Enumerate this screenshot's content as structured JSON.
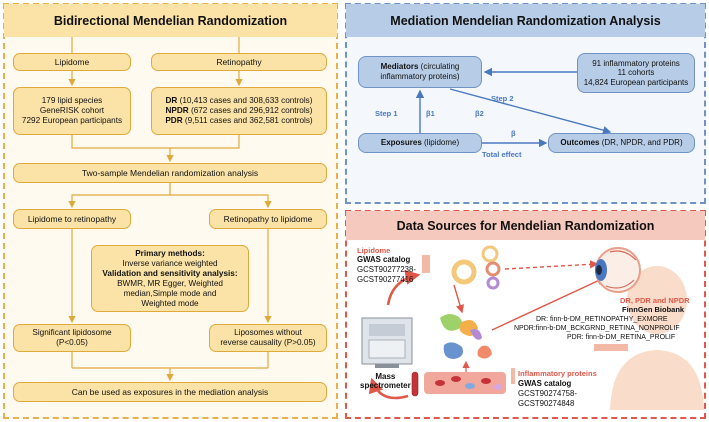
{
  "colors": {
    "yellow_fill": "#fbe3a7",
    "yellow_border": "#e0a93c",
    "blue_fill": "#b7cce6",
    "blue_border": "#6f93c4",
    "red_accent": "#e0584a",
    "arrow_blue": "#4a78c0"
  },
  "left_panel": {
    "title": "Bidirectional Mendelian Randomization",
    "lipidome": "Lipidome",
    "retinopathy": "Retinopathy",
    "lipid_lines": [
      "179 lipid species",
      "GeneRISK cohort",
      "7292 European participants"
    ],
    "dr": {
      "bold": "DR",
      "text": " (10,413 cases and 308,633 controls)"
    },
    "npdr": {
      "bold": "NPDR",
      "text": " (672 cases and 296,912 controls)"
    },
    "pdr": {
      "bold": "PDR",
      "text": " (9,511 cases and 362,581 controls)"
    },
    "two_sample": "Two-sample Mendelian randomization analysis",
    "lip_to_ret": "Lipidome to retinopathy",
    "ret_to_lip": "Retinopathy to lipidome",
    "methods": {
      "primary_title": "Primary methods:",
      "primary": "Inverse variance weighted",
      "validation_title": "Validation and sensitivity analysis:",
      "validation": [
        "BWMR, MR Egger, Weighted",
        "median,Simple mode and",
        "Weighted mode"
      ]
    },
    "significant": [
      "Significant lipidosome",
      "(P<0.05)"
    ],
    "liposomes": [
      "Liposomes without",
      "reverse causality (P>0.05)"
    ],
    "exposures": "Can be used as exposures in the mediation analysis"
  },
  "mediation_panel": {
    "title": "Mediation Mendelian Randomization Analysis",
    "mediators": {
      "bold": "Mediators",
      "text": " (circulating",
      "line2": "inflammatory proteins)"
    },
    "proteins": [
      "91 inflammatory proteins",
      "11 cohorts",
      "14,824 European participants"
    ],
    "exposures": {
      "bold": "Exposures",
      "text": " (lipidome)"
    },
    "outcomes": {
      "bold": "Outcomes",
      "text": " (DR, NPDR, and PDR)"
    },
    "step1": "Step 1",
    "beta1": "β1",
    "step2": "Step 2",
    "beta2": "β2",
    "beta": "β",
    "total_effect": "Total effect"
  },
  "data_panel": {
    "title": "Data Sources for Mendelian Randomization",
    "lipidome_head": "Lipidome",
    "gwas_catalog": "GWAS catalog",
    "lipid_ids": [
      "GCST90277238-",
      "GCST90277416"
    ],
    "dr_head": "DR, PDR and NPDR",
    "finngen": "FinnGen Biobank",
    "finngen_lines": [
      "DR: finn-b-DM_RETINOPATHY_EXMORE",
      "NPDR:finn-b-DM_BCKGRND_RETINA_NONPROLIF",
      "PDR: finn-b-DM_RETINA_PROLIF"
    ],
    "mass_spec": [
      "Mass",
      "spectrometer"
    ],
    "inflam_head": "Inflammatory proteins",
    "inflam_catalog": "GWAS catalog",
    "inflam_ids": [
      "GCST90274758-",
      "GCST90274848"
    ]
  }
}
